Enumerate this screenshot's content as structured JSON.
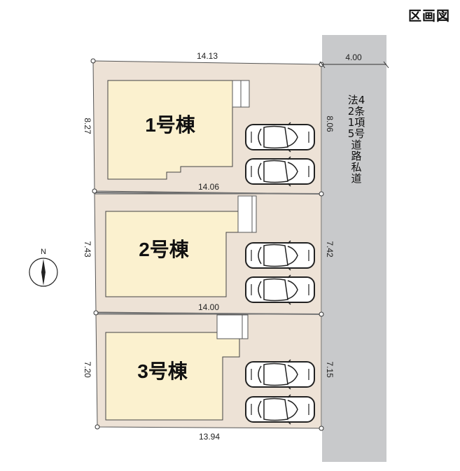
{
  "title": "区画図",
  "road": {
    "label": "法42条1項5号道路 私道",
    "width_label": "4.00"
  },
  "compass": {
    "label": "N"
  },
  "lots": [
    {
      "name": "1号棟",
      "top_length": "14.13",
      "left_length": "8.27",
      "right_length": "8.06"
    },
    {
      "name": "2号棟",
      "top_length": "14.06",
      "left_length": "7.43",
      "right_length": "7.42"
    },
    {
      "name": "3号棟",
      "top_length": "14.00",
      "left_length": "7.20",
      "right_length": "7.15",
      "bottom_length": "13.94"
    }
  ],
  "colors": {
    "lot_fill": "#ede2d6",
    "building_fill": "#fbf1cf",
    "road_fill": "#c8c9cb",
    "line": "#3a3a3a"
  }
}
